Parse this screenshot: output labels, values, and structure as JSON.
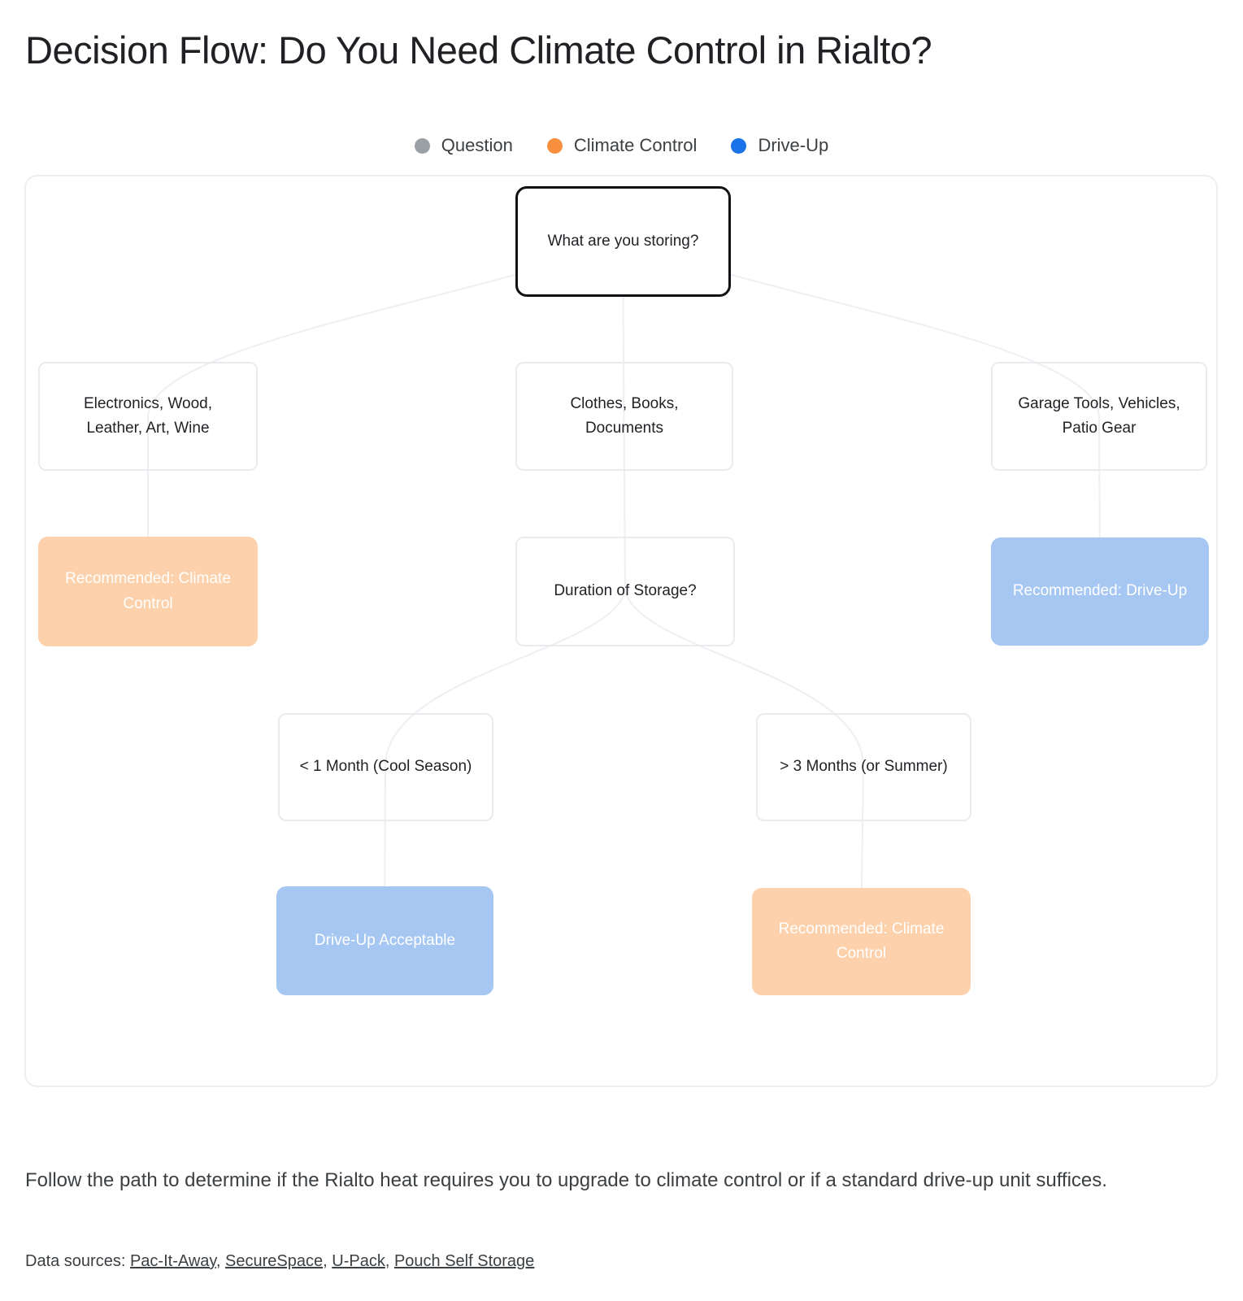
{
  "page": {
    "title": "Decision Flow: Do You Need Climate Control in Rialto?",
    "caption": "Follow the path to determine if the Rialto heat requires you to upgrade to climate control or if a standard drive-up unit suffices.",
    "sources_label": "Data sources:",
    "sources_separator": ", ",
    "sources": [
      "Pac-It-Away",
      "SecureSpace",
      "U-Pack",
      "Pouch Self Storage"
    ]
  },
  "legend": {
    "items": [
      {
        "label": "Question",
        "color": "#9aa0a6"
      },
      {
        "label": "Climate Control",
        "color": "#f78f3f"
      },
      {
        "label": "Drive-Up",
        "color": "#1a73e8"
      }
    ]
  },
  "colors": {
    "climate_fill": "#fcd1ab",
    "driveup_fill": "#a6c7f2"
  },
  "nodes": {
    "root": {
      "label": "What are you storing?",
      "type": "question"
    },
    "electronics": {
      "label": "Electronics, Wood, Leather, Art, Wine",
      "type": "question"
    },
    "clothes": {
      "label": "Clothes, Books, Documents",
      "type": "question"
    },
    "garage": {
      "label": "Garage Tools, Vehicles, Patio Gear",
      "type": "question"
    },
    "rec_climate_left": {
      "label": "Recommended: Climate Control",
      "type": "climate"
    },
    "duration": {
      "label": "Duration of Storage?",
      "type": "question"
    },
    "rec_driveup": {
      "label": "Recommended: Drive-Up",
      "type": "driveup"
    },
    "lt_1_month": {
      "label": "< 1 Month (Cool Season)",
      "type": "question"
    },
    "gt_3_months": {
      "label": "> 3 Months (or Summer)",
      "type": "question"
    },
    "driveup_acceptable": {
      "label": "Drive-Up Acceptable",
      "type": "driveup"
    },
    "rec_climate_bottom": {
      "label": "Recommended: Climate Control",
      "type": "climate"
    }
  }
}
